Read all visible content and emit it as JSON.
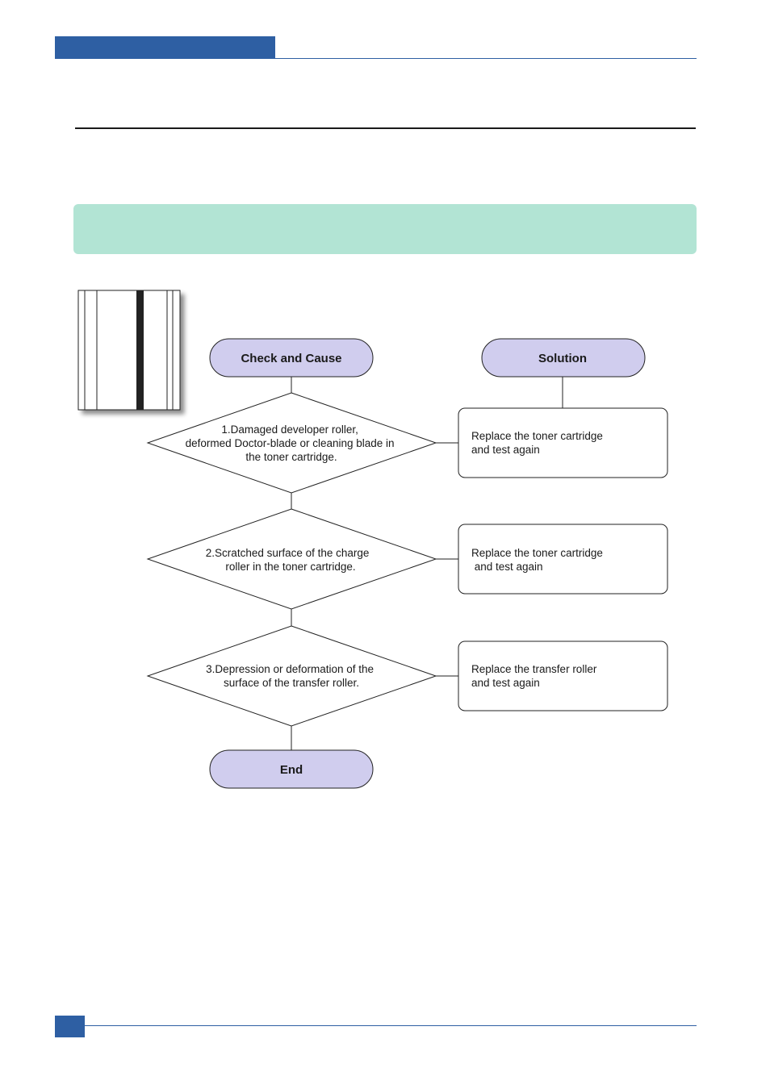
{
  "flowchart": {
    "check_header": "Check and Cause",
    "solution_header": "Solution",
    "end_label": "End",
    "checks": [
      {
        "lines": [
          "1.Damaged developer roller,",
          "deformed Doctor-blade or cleaning blade in",
          "the toner cartridge."
        ]
      },
      {
        "lines": [
          "2.Scratched surface of the charge",
          "roller in the toner cartridge."
        ]
      },
      {
        "lines": [
          "3.Depression or deformation of the",
          "surface of the transfer roller."
        ]
      }
    ],
    "solutions": [
      {
        "lines": [
          "Replace the toner cartridge",
          "and test again"
        ]
      },
      {
        "lines": [
          "Replace the toner cartridge",
          " and test again"
        ]
      },
      {
        "lines": [
          "Replace the transfer roller",
          "and test again"
        ]
      }
    ]
  },
  "colors": {
    "brand_blue": "#2e5fa3",
    "banner_green": "#b2e4d4",
    "pill_fill": "#d0cdee"
  }
}
